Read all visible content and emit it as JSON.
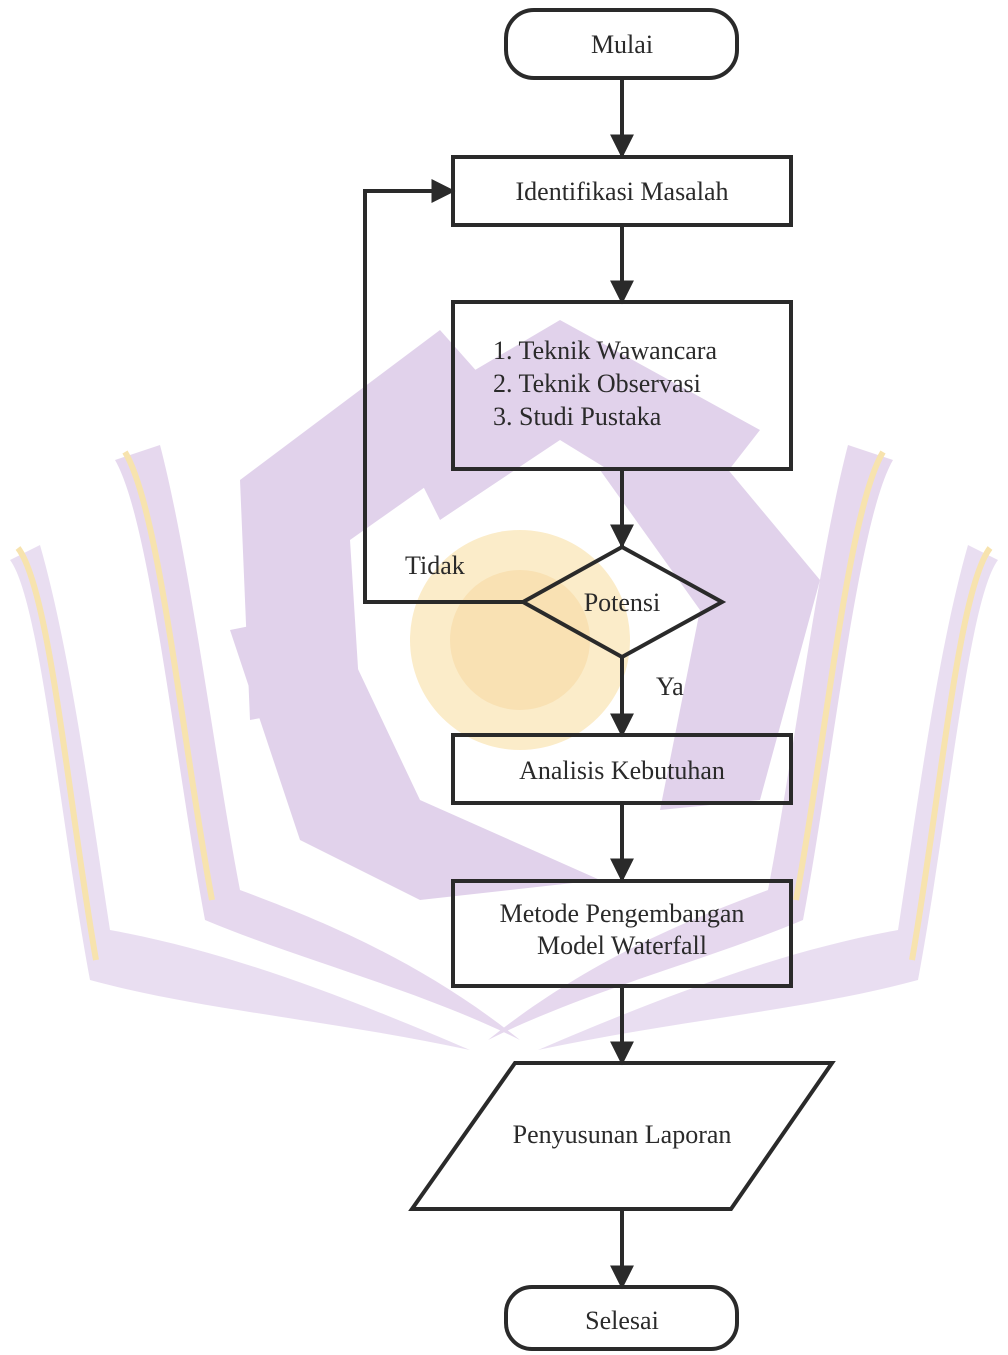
{
  "flowchart": {
    "start": "Mulai",
    "identify": "Identifikasi Masalah",
    "methods": [
      "1. Teknik Wawancara",
      "2. Teknik Observasi",
      "3. Studi Pustaka"
    ],
    "decision": "Potensi",
    "no_label": "Tidak",
    "yes_label": "Ya",
    "analysis": "Analisis Kebutuhan",
    "development": [
      "Metode Pengembangan",
      "Model Waterfall"
    ],
    "report": "Penyusunan Laporan",
    "end": "Selesai"
  },
  "colors": {
    "line": "#2a2a2a",
    "watermark_purple": "#d9c8e6",
    "watermark_gold": "#f6dfa0"
  }
}
